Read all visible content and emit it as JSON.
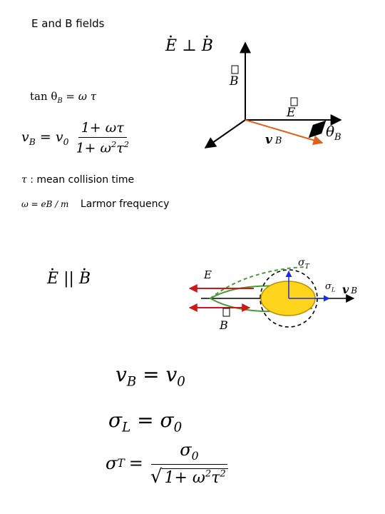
{
  "header": {
    "title": "E and B fields"
  },
  "perpendicular": {
    "heading_E": "E",
    "heading_op": "⊥",
    "heading_B": "B",
    "tan_lhs": "tan θ",
    "tan_sub": "B",
    "tan_rhs": "= ω τ",
    "vB_lhs": "v",
    "vB_lhs_sub": "B",
    "vB_eq": "= v",
    "vB_eq_sub": "0",
    "vB_num": "1+ ωτ",
    "vB_den": "1+ ω",
    "vB_den_sup1": "2",
    "vB_den_tau": "τ",
    "vB_den_sup2": "2"
  },
  "definitions": {
    "tau_symbol": "τ",
    "tau_text": ": mean collision time",
    "omega_formula": "ω = eB / m",
    "omega_text": "Larmor frequency"
  },
  "diagram_perp": {
    "label_B": "B",
    "label_E": "E",
    "label_vB": "v",
    "label_vB_sub": "B",
    "label_theta": "θ",
    "label_theta_sub": "B"
  },
  "parallel": {
    "heading_E": "E",
    "heading_op": "||",
    "heading_B": "B"
  },
  "diagram_par": {
    "label_E": "E",
    "label_B": "B",
    "label_sigmaT": "σ",
    "label_sigmaT_sub": "T",
    "label_sigmaL": "σ",
    "label_sigmaL_sub": "L",
    "label_vB": "v",
    "label_vB_sub": "B"
  },
  "equations_par": {
    "vB_lhs": "v",
    "vB_lhs_sub": "B",
    "vB_rhs": "= v",
    "vB_rhs_sub": "0",
    "sL_lhs": "σ",
    "sL_lhs_sub": "L",
    "sL_rhs": "= σ",
    "sL_rhs_sub": "0",
    "sT_lhs": "σ",
    "sT_lhs_sub": "T",
    "sT_eq": "=",
    "sT_num": "σ",
    "sT_num_sub": "0",
    "sT_den": "1+ ω",
    "sT_den_sup1": "2",
    "sT_den_tau": "τ",
    "sT_den_sup2": "2"
  },
  "colors": {
    "velocity_arrow": "#e0601a",
    "e_field_arrow": "#d01818",
    "trajectory": "#4a9a3a",
    "ellipse_fill": "#ffd41c",
    "ellipse_stroke": "#b89000",
    "v_arrow": "#1a2ee0"
  }
}
